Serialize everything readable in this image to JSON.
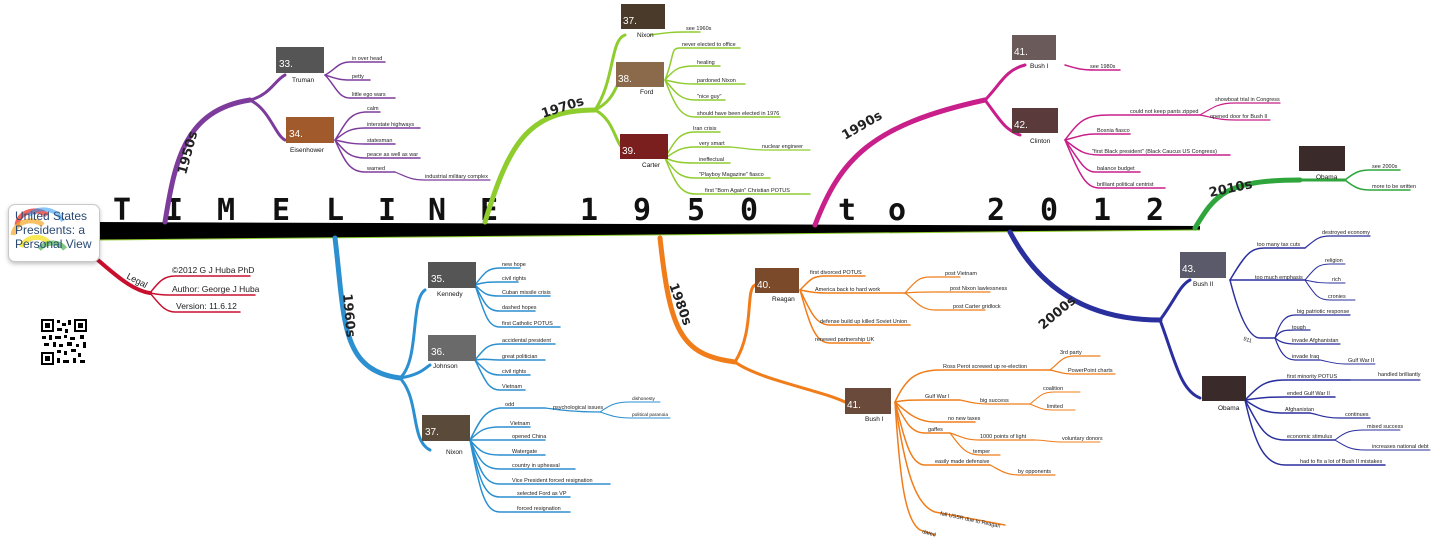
{
  "root": {
    "lines": [
      "United States",
      "Presidents: a",
      "Personal View"
    ]
  },
  "timeline_letters": [
    "T",
    "I",
    "M",
    "E",
    "L",
    "I",
    "N",
    "E",
    "1",
    "9",
    "5",
    "0",
    "t",
    "o",
    "2",
    "0",
    "1",
    "2"
  ],
  "legal": {
    "label": "Legal",
    "items": [
      "©2012 G J Huba PhD",
      "Author: George J Huba",
      "Version: 11.6.12"
    ]
  },
  "colors": {
    "1950s": "#7d3b9c",
    "1960s": "#2b8fd0",
    "1970s": "#8fcc2e",
    "1980s": "#f07d1a",
    "1990s": "#c81f8a",
    "2000s": "#2a2f9e",
    "2010s": "#2ea63c"
  },
  "decades": {
    "d1950s": {
      "label": "1950s",
      "presidents": [
        {
          "name": "Truman",
          "badge": "33.",
          "notes": [
            "in over head",
            "petty",
            "little ego wars"
          ]
        },
        {
          "name": "Eisenhower",
          "badge": "34.",
          "notes": [
            "calm",
            "interstate highways",
            "statesman",
            "peace as well as war",
            "warned",
            "industrial military complex"
          ]
        }
      ]
    },
    "d1960s": {
      "label": "1960s",
      "presidents": [
        {
          "name": "Kennedy",
          "badge": "35.",
          "notes": [
            "new hope",
            "civil rights",
            "Cuban missile crisis",
            "dashed hopes",
            "first Catholic POTUS"
          ]
        },
        {
          "name": "Johnson",
          "badge": "36.",
          "notes": [
            "accidental president",
            "great politician",
            "civil rights",
            "Vietnam"
          ]
        },
        {
          "name": "Nixon",
          "badge": "37.",
          "notes": [
            "odd",
            "psychological issues",
            "dishonesty",
            "political paranoia",
            "Vietnam",
            "opened China",
            "Watergate",
            "country in upheaval",
            "Vice President forced resignation",
            "selected Ford as VP",
            "forced resignation"
          ]
        }
      ]
    },
    "d1970s": {
      "label": "1970s",
      "presidents": [
        {
          "name": "Nixon",
          "badge": "37.",
          "notes": [
            "see 1960s"
          ]
        },
        {
          "name": "Ford",
          "badge": "38.",
          "notes": [
            "never elected to office",
            "healing",
            "pardoned Nixon",
            "\"nice guy\"",
            "should have been elected in 1976"
          ]
        },
        {
          "name": "Carter",
          "badge": "39.",
          "notes": [
            "Iran crisis",
            "very smart",
            "nuclear engineer",
            "ineffectual",
            "\"Playboy Magazine\" fiasco",
            "first \"Born Again\" Christian POTUS"
          ]
        }
      ]
    },
    "d1980s": {
      "label": "1980s",
      "presidents": [
        {
          "name": "Reagan",
          "badge": "40.",
          "notes": [
            "first divorced POTUS",
            "America back to hard work",
            "post Vietnam",
            "post Nixon lawlessness",
            "post Carter gridlock",
            "defense build up killed Soviet Union",
            "renewed partnership UK"
          ]
        },
        {
          "name": "Bush I",
          "badge": "41.",
          "notes": [
            "Ross Perot screwed up re-election",
            "3rd party",
            "PowerPoint charts",
            "Gulf War I",
            "big success",
            "coalition",
            "limited",
            "no new taxes",
            "gaffes",
            "1000 points of light",
            "voluntary donors",
            "temper",
            "easily made defensive",
            "by opponents",
            "fall USSR due to Reagan",
            "dated"
          ]
        }
      ]
    },
    "d1990s": {
      "label": "1990s",
      "presidents": [
        {
          "name": "Bush I",
          "badge": "41.",
          "notes": [
            "see 1980s"
          ]
        },
        {
          "name": "Clinton",
          "badge": "42.",
          "notes": [
            "could not keep pants zipped",
            "showboat trial in Congress",
            "opened door for Bush II",
            "Bosnia fiasco",
            "\"first Black president\" (Black Caucus US Congress)",
            "balance budget",
            "brilliant political centrist"
          ]
        }
      ]
    },
    "d2000s": {
      "label": "2000s",
      "presidents": [
        {
          "name": "Bush II",
          "badge": "43.",
          "notes": [
            "too many tax cuts",
            "destroyed economy",
            "too much emphasis",
            "religion",
            "rich",
            "cronies",
            "911",
            "big patriotic response",
            "tough",
            "invade Afghanistan",
            "invade Iraq",
            "Gulf War II"
          ]
        },
        {
          "name": "Obama",
          "badge": "",
          "notes": [
            "first minority POTUS",
            "handled brilliantly",
            "ended Gulf War II",
            "Afghanistan",
            "continues",
            "economic stimulus",
            "mixed success",
            "increases national debt",
            "had to fix a lot of Bush II mistakes"
          ]
        }
      ]
    },
    "d2010s": {
      "label": "2010s",
      "presidents": [
        {
          "name": "Obama",
          "badge": "",
          "notes": [
            "see 2000s",
            "more to be written"
          ]
        }
      ]
    }
  }
}
